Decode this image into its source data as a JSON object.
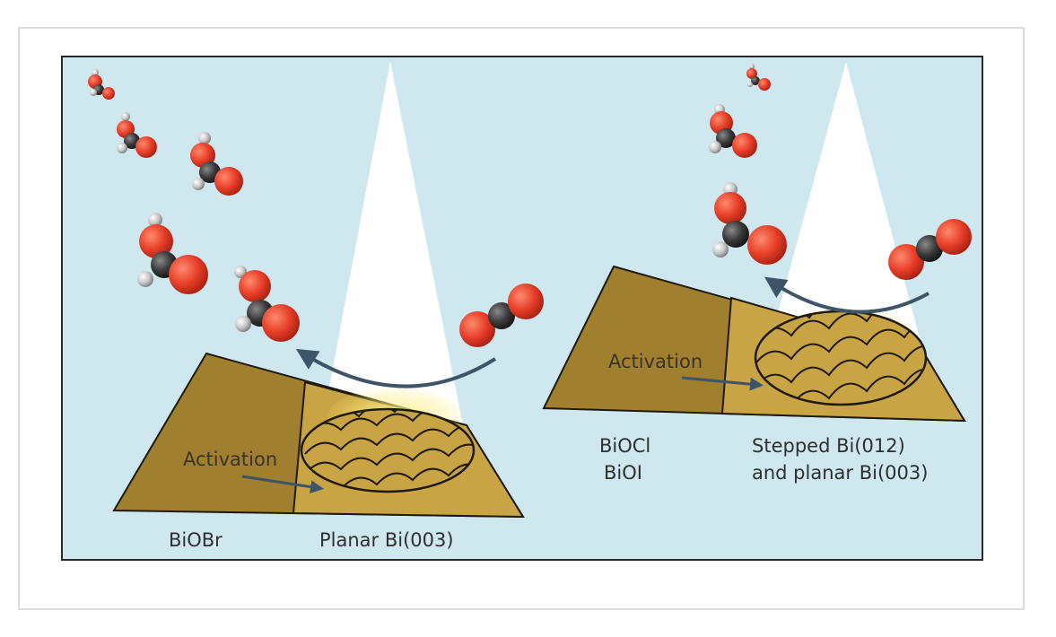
{
  "diagram": {
    "left_panel": {
      "activation_label": "Activation",
      "precursor_label": "BiOBr",
      "product_label": "Planar Bi(003)"
    },
    "right_panel": {
      "activation_label": "Activation",
      "precursor_label_line1": "BiOCl",
      "precursor_label_line2": "BiOI",
      "product_label_line1": "Stepped Bi(012)",
      "product_label_line2": "and planar Bi(003)"
    },
    "colors": {
      "background": "#cfe8f0",
      "dark_slab": "#a07f2e",
      "light_slab": "#c9a445",
      "oxygen": "#e8402b",
      "carbon": "#3a3a3a",
      "hydrogen": "#c8c8c8",
      "arrow": "#3d5566",
      "light_beam": "#ffffff",
      "glow": "#fff27a"
    }
  }
}
